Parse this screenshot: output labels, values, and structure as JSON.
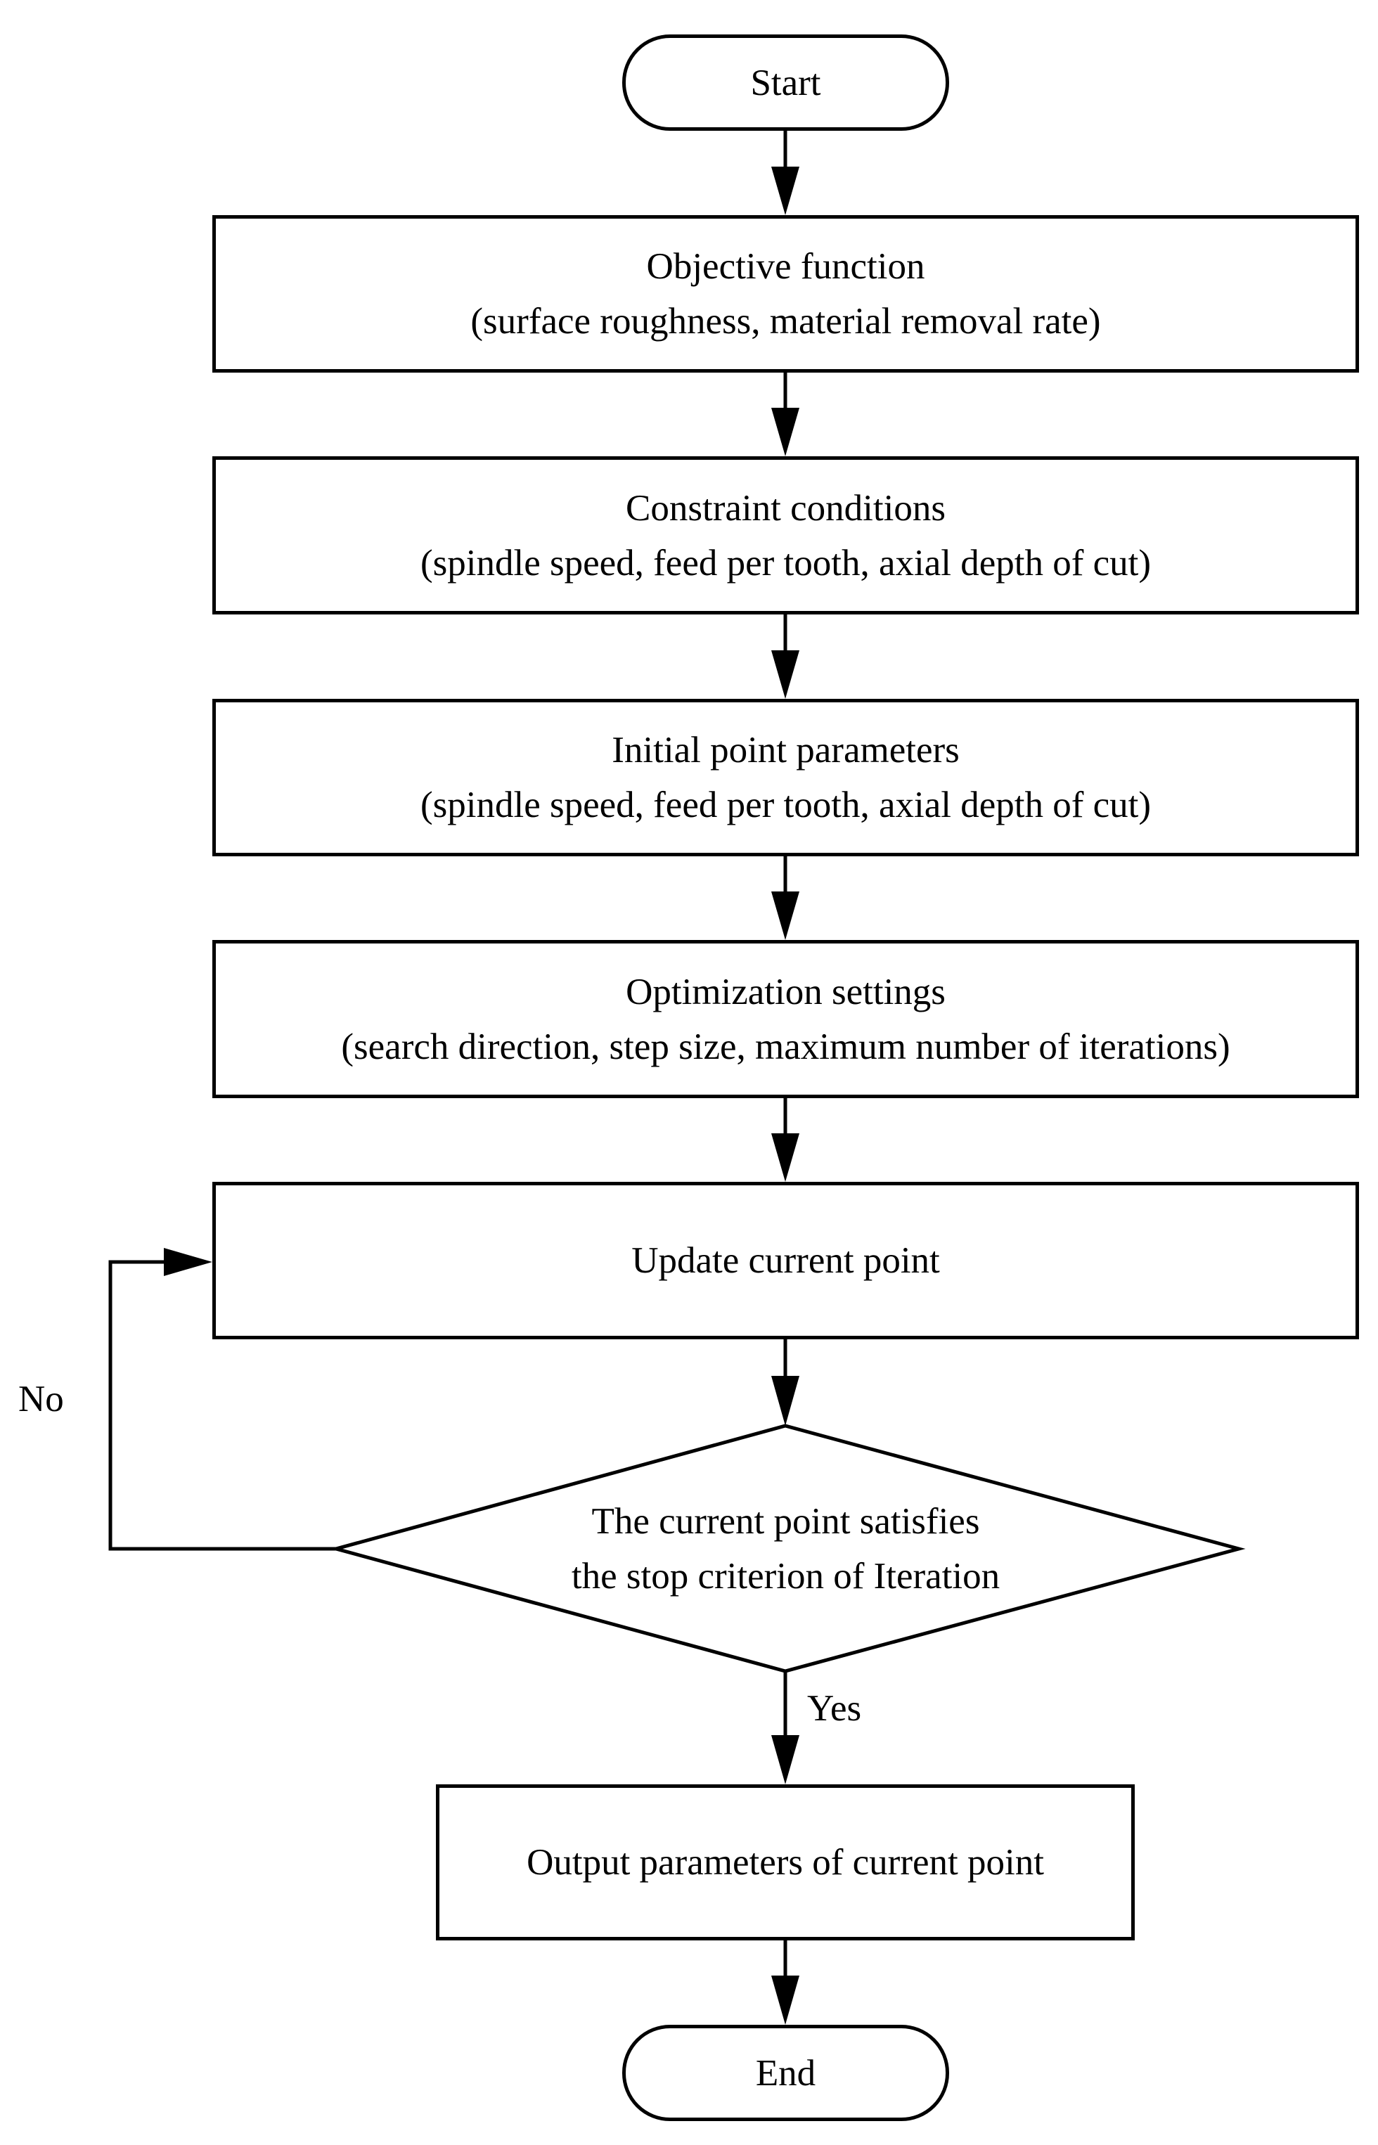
{
  "start": {
    "label": "Start"
  },
  "objective": {
    "title": "Objective function",
    "detail": "(surface roughness, material removal rate)"
  },
  "constraints": {
    "title": "Constraint conditions",
    "detail": "(spindle speed, feed per tooth, axial depth of cut)"
  },
  "initial": {
    "title": "Initial point parameters",
    "detail": "(spindle speed, feed per tooth, axial depth of cut)"
  },
  "optimization": {
    "title": "Optimization settings",
    "detail": "(search direction, step size, maximum number of iterations)"
  },
  "update": {
    "label": "Update current point"
  },
  "decision": {
    "line1": "The current point satisfies",
    "line2": "the stop criterion of Iteration",
    "no_label": "No",
    "yes_label": "Yes"
  },
  "output": {
    "label": "Output parameters of current point"
  },
  "end": {
    "label": "End"
  }
}
